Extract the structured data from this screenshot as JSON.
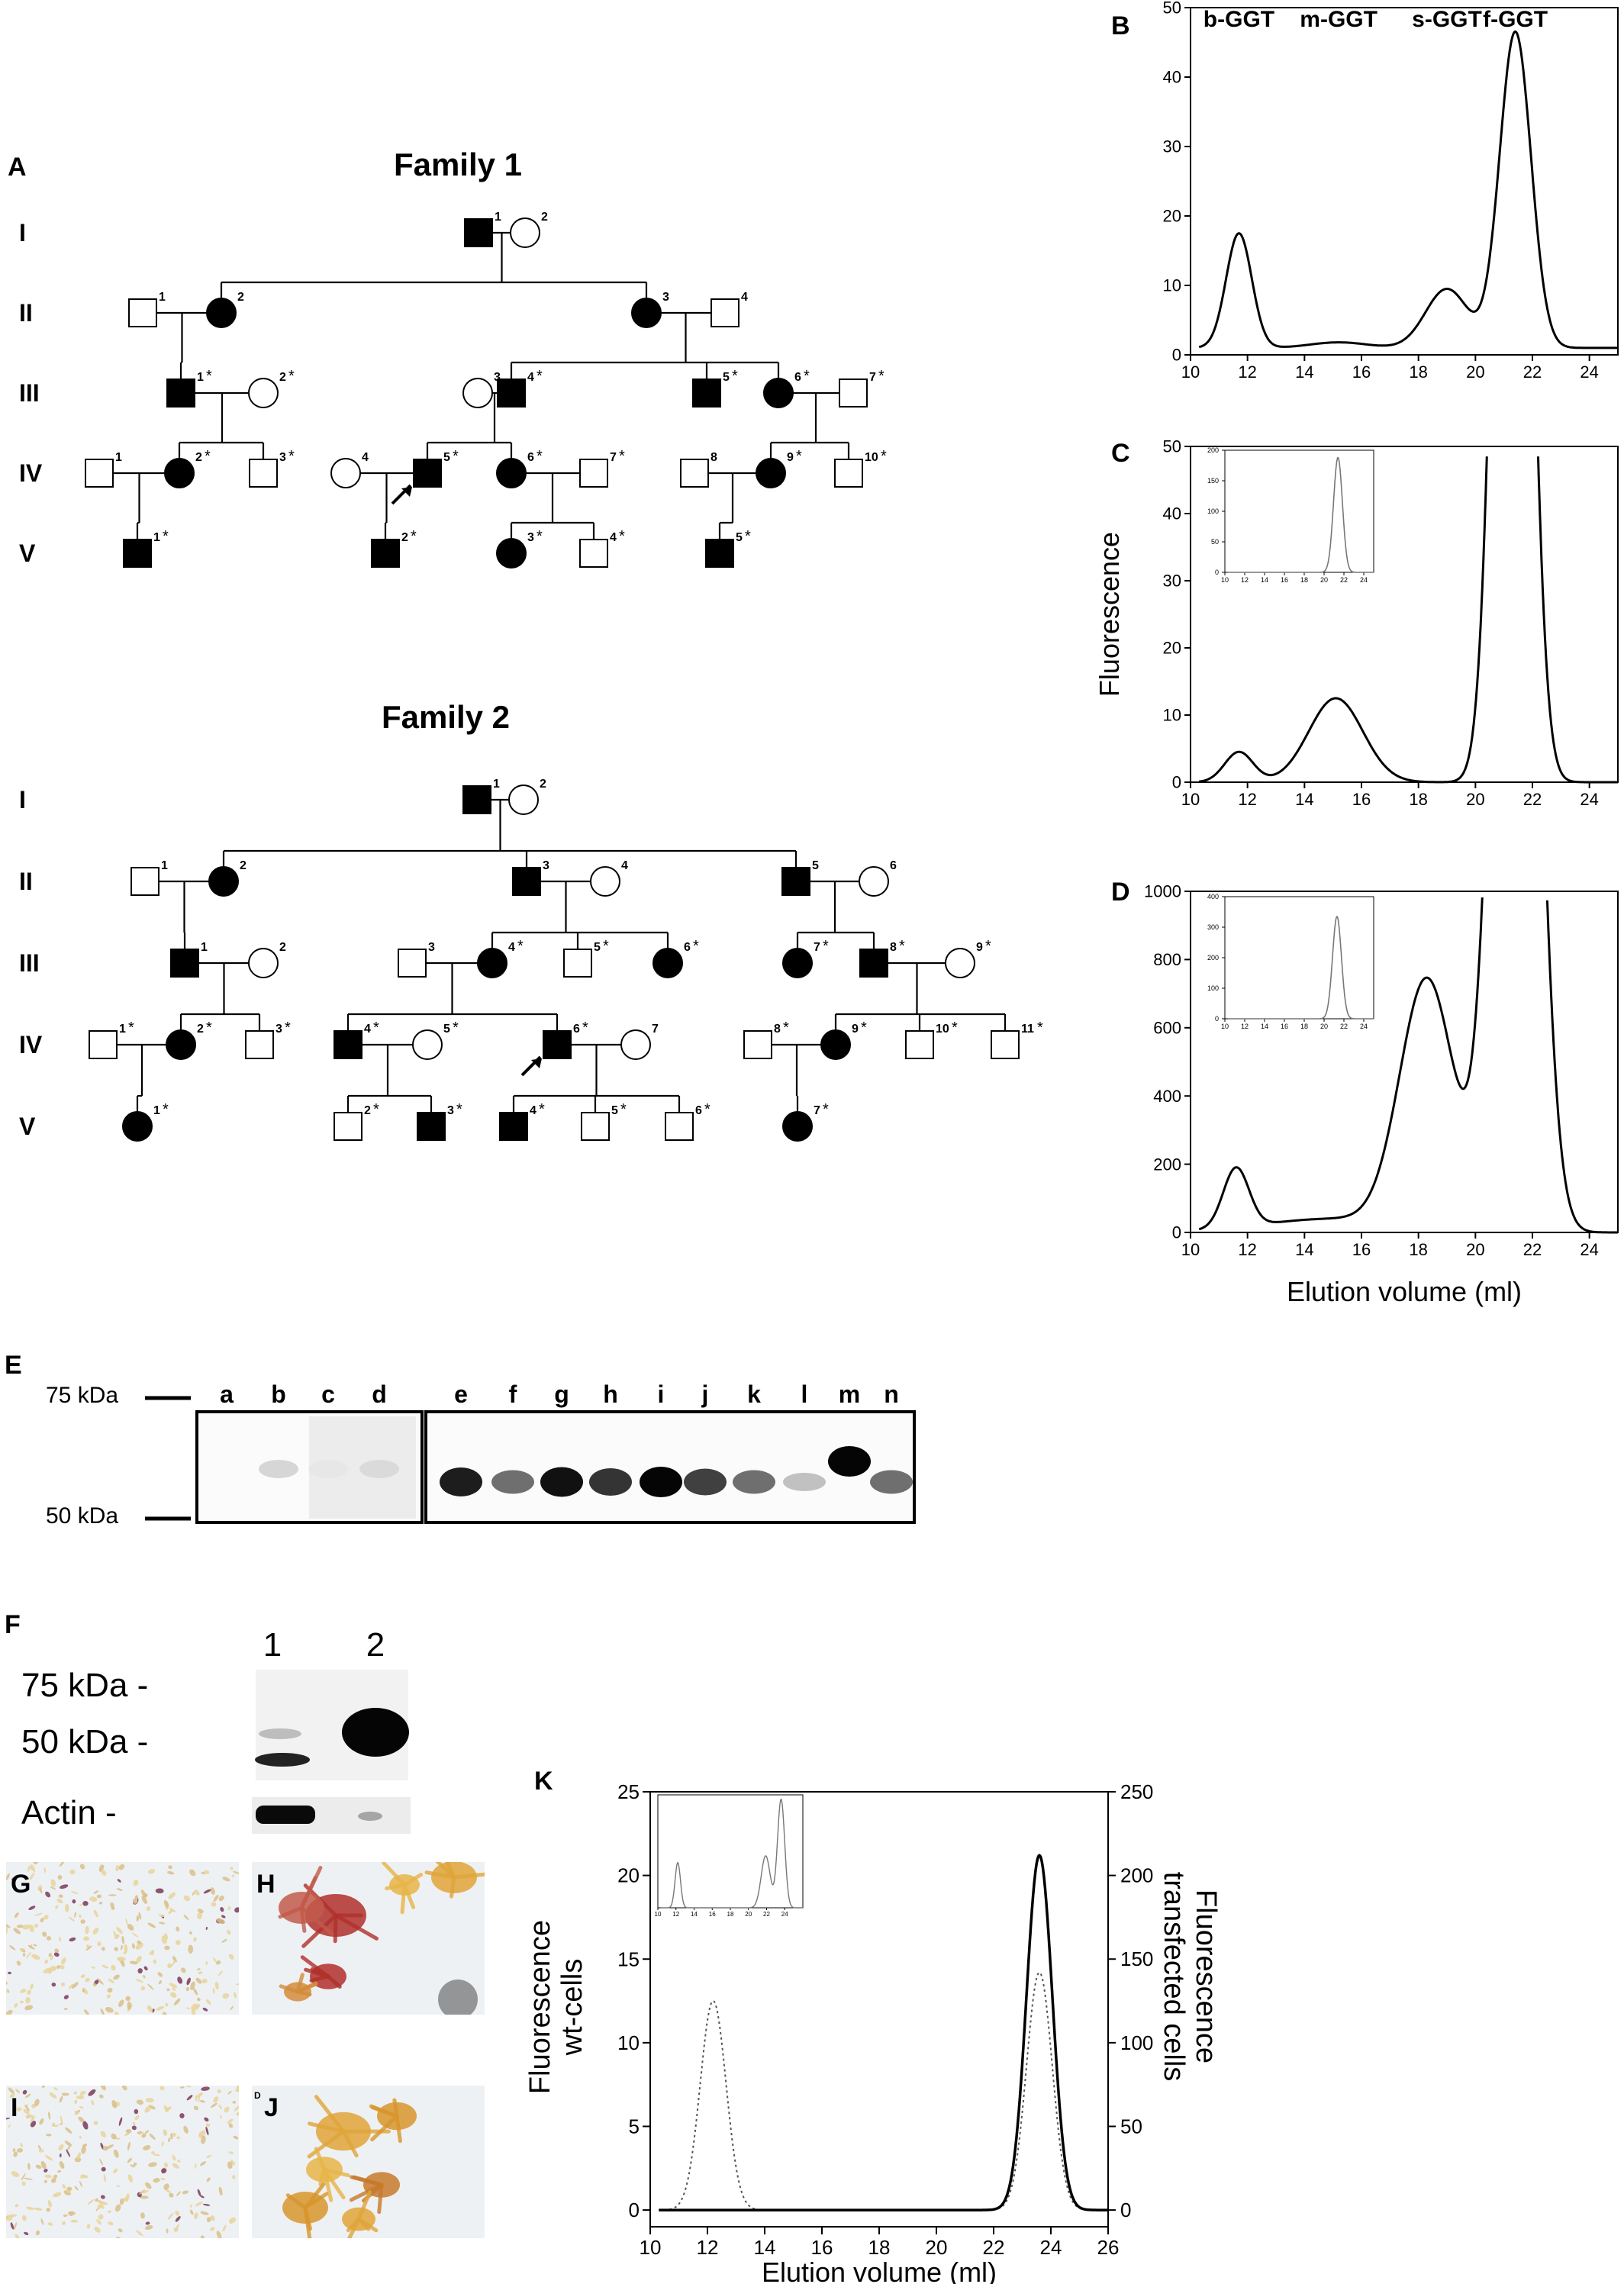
{
  "panels": {
    "A": "A",
    "B": "B",
    "C": "C",
    "D": "D",
    "E": "E",
    "F": "F",
    "G": "G",
    "H": "H",
    "I": "I",
    "J": "J",
    "K": "K"
  },
  "family1": {
    "title": "Family 1",
    "generations": [
      "I",
      "II",
      "III",
      "IV",
      "V"
    ],
    "individuals": [
      {
        "g": "I",
        "id": "1",
        "sex": "M",
        "aff": true,
        "star": false
      },
      {
        "g": "I",
        "id": "2",
        "sex": "F",
        "aff": false,
        "star": false
      },
      {
        "g": "II",
        "id": "1",
        "sex": "M",
        "aff": false,
        "star": false
      },
      {
        "g": "II",
        "id": "2",
        "sex": "F",
        "aff": true,
        "star": false
      },
      {
        "g": "II",
        "id": "3",
        "sex": "F",
        "aff": true,
        "star": false
      },
      {
        "g": "II",
        "id": "4",
        "sex": "M",
        "aff": false,
        "star": false
      },
      {
        "g": "III",
        "id": "1",
        "sex": "M",
        "aff": true,
        "star": true
      },
      {
        "g": "III",
        "id": "2",
        "sex": "F",
        "aff": false,
        "star": true
      },
      {
        "g": "III",
        "id": "3",
        "sex": "F",
        "aff": false,
        "star": false
      },
      {
        "g": "III",
        "id": "4",
        "sex": "M",
        "aff": true,
        "star": true
      },
      {
        "g": "III",
        "id": "5",
        "sex": "M",
        "aff": true,
        "star": true
      },
      {
        "g": "III",
        "id": "6",
        "sex": "F",
        "aff": true,
        "star": true
      },
      {
        "g": "III",
        "id": "7",
        "sex": "M",
        "aff": false,
        "star": true
      },
      {
        "g": "IV",
        "id": "1",
        "sex": "M",
        "aff": false,
        "star": false
      },
      {
        "g": "IV",
        "id": "2",
        "sex": "F",
        "aff": true,
        "star": true
      },
      {
        "g": "IV",
        "id": "3",
        "sex": "M",
        "aff": false,
        "star": true
      },
      {
        "g": "IV",
        "id": "4",
        "sex": "F",
        "aff": false,
        "star": false
      },
      {
        "g": "IV",
        "id": "5",
        "sex": "M",
        "aff": true,
        "star": true,
        "proband": true
      },
      {
        "g": "IV",
        "id": "6",
        "sex": "F",
        "aff": true,
        "star": true
      },
      {
        "g": "IV",
        "id": "7",
        "sex": "M",
        "aff": false,
        "star": true
      },
      {
        "g": "IV",
        "id": "8",
        "sex": "M",
        "aff": false,
        "star": false
      },
      {
        "g": "IV",
        "id": "9",
        "sex": "F",
        "aff": true,
        "star": true
      },
      {
        "g": "IV",
        "id": "10",
        "sex": "M",
        "aff": false,
        "star": true
      },
      {
        "g": "V",
        "id": "1",
        "sex": "M",
        "aff": true,
        "star": true
      },
      {
        "g": "V",
        "id": "2",
        "sex": "M",
        "aff": true,
        "star": true
      },
      {
        "g": "V",
        "id": "3",
        "sex": "F",
        "aff": true,
        "star": true
      },
      {
        "g": "V",
        "id": "4",
        "sex": "M",
        "aff": false,
        "star": true
      },
      {
        "g": "V",
        "id": "5",
        "sex": "M",
        "aff": true,
        "star": true
      }
    ]
  },
  "family2": {
    "title": "Family 2",
    "generations": [
      "I",
      "II",
      "III",
      "IV",
      "V"
    ],
    "individuals": [
      {
        "g": "I",
        "id": "1",
        "sex": "M",
        "aff": true,
        "star": false
      },
      {
        "g": "I",
        "id": "2",
        "sex": "F",
        "aff": false,
        "star": false
      },
      {
        "g": "II",
        "id": "1",
        "sex": "M",
        "aff": false,
        "star": false
      },
      {
        "g": "II",
        "id": "2",
        "sex": "F",
        "aff": true,
        "star": false
      },
      {
        "g": "II",
        "id": "3",
        "sex": "M",
        "aff": true,
        "star": false
      },
      {
        "g": "II",
        "id": "4",
        "sex": "F",
        "aff": false,
        "star": false
      },
      {
        "g": "II",
        "id": "5",
        "sex": "M",
        "aff": true,
        "star": false
      },
      {
        "g": "II",
        "id": "6",
        "sex": "F",
        "aff": false,
        "star": false
      },
      {
        "g": "III",
        "id": "1",
        "sex": "M",
        "aff": true,
        "star": false
      },
      {
        "g": "III",
        "id": "2",
        "sex": "F",
        "aff": false,
        "star": false
      },
      {
        "g": "III",
        "id": "3",
        "sex": "M",
        "aff": false,
        "star": false
      },
      {
        "g": "III",
        "id": "4",
        "sex": "F",
        "aff": true,
        "star": true
      },
      {
        "g": "III",
        "id": "5",
        "sex": "M",
        "aff": false,
        "star": true
      },
      {
        "g": "III",
        "id": "6",
        "sex": "F",
        "aff": true,
        "star": true
      },
      {
        "g": "III",
        "id": "7",
        "sex": "F",
        "aff": true,
        "star": true
      },
      {
        "g": "III",
        "id": "8",
        "sex": "M",
        "aff": true,
        "star": true
      },
      {
        "g": "III",
        "id": "9",
        "sex": "F",
        "aff": false,
        "star": true
      },
      {
        "g": "IV",
        "id": "1",
        "sex": "M",
        "aff": false,
        "star": true
      },
      {
        "g": "IV",
        "id": "2",
        "sex": "F",
        "aff": true,
        "star": true
      },
      {
        "g": "IV",
        "id": "3",
        "sex": "M",
        "aff": false,
        "star": true
      },
      {
        "g": "IV",
        "id": "4",
        "sex": "M",
        "aff": true,
        "star": true
      },
      {
        "g": "IV",
        "id": "5",
        "sex": "F",
        "aff": false,
        "star": true
      },
      {
        "g": "IV",
        "id": "6",
        "sex": "M",
        "aff": true,
        "star": true,
        "proband": true
      },
      {
        "g": "IV",
        "id": "7",
        "sex": "F",
        "aff": false,
        "star": false
      },
      {
        "g": "IV",
        "id": "8",
        "sex": "M",
        "aff": false,
        "star": true
      },
      {
        "g": "IV",
        "id": "9",
        "sex": "F",
        "aff": true,
        "star": true
      },
      {
        "g": "IV",
        "id": "10",
        "sex": "M",
        "aff": false,
        "star": true
      },
      {
        "g": "IV",
        "id": "11",
        "sex": "M",
        "aff": false,
        "star": true
      },
      {
        "g": "V",
        "id": "1",
        "sex": "F",
        "aff": true,
        "star": true
      },
      {
        "g": "V",
        "id": "2",
        "sex": "M",
        "aff": false,
        "star": true
      },
      {
        "g": "V",
        "id": "3",
        "sex": "M",
        "aff": true,
        "star": true
      },
      {
        "g": "V",
        "id": "4",
        "sex": "M",
        "aff": true,
        "star": true
      },
      {
        "g": "V",
        "id": "5",
        "sex": "M",
        "aff": false,
        "star": true
      },
      {
        "g": "V",
        "id": "6",
        "sex": "M",
        "aff": false,
        "star": true
      },
      {
        "g": "V",
        "id": "7",
        "sex": "F",
        "aff": true,
        "star": true
      }
    ]
  },
  "chart_data": [
    {
      "panel": "B",
      "type": "line",
      "xlim": [
        10,
        25
      ],
      "ylim": [
        0,
        50
      ],
      "xticks": [
        "10",
        "12",
        "14",
        "16",
        "18",
        "20",
        "22",
        "24"
      ],
      "yticks": [
        "0",
        "10",
        "20",
        "30",
        "40",
        "50"
      ],
      "annotations": [
        "b-GGT",
        "m-GGT",
        "s-GGT",
        "f-GGT"
      ],
      "peaks": [
        [
          11.7,
          16.5,
          0.45
        ],
        [
          15.2,
          0.8,
          1.0
        ],
        [
          19.0,
          8.5,
          0.75
        ],
        [
          21.4,
          45.5,
          0.55
        ]
      ],
      "baseline": 1.0
    },
    {
      "panel": "C",
      "type": "line",
      "xlim": [
        10,
        25
      ],
      "ylim": [
        0,
        50
      ],
      "xticks": [
        "10",
        "12",
        "14",
        "16",
        "18",
        "20",
        "22",
        "24"
      ],
      "yticks": [
        "0",
        "10",
        "20",
        "30",
        "40",
        "50"
      ],
      "ylabel": "Fluorescence",
      "peaks": [
        [
          11.7,
          4.5,
          0.5
        ],
        [
          15.1,
          12.5,
          0.95
        ],
        [
          21.3,
          185,
          0.55
        ]
      ],
      "baseline": 0,
      "inset": {
        "xlim": [
          10,
          25
        ],
        "ylim": [
          0,
          200
        ],
        "xticks": [
          "10",
          "12",
          "14",
          "16",
          "18",
          "20",
          "22",
          "24"
        ],
        "yticks": [
          "0",
          "50",
          "100",
          "150",
          "200"
        ],
        "peaks": [
          [
            21.4,
            188,
            0.45
          ]
        ]
      }
    },
    {
      "panel": "D",
      "type": "line",
      "xlim": [
        10,
        25
      ],
      "ylim": [
        0,
        1000
      ],
      "xticks": [
        "10",
        "12",
        "14",
        "16",
        "18",
        "20",
        "22",
        "24"
      ],
      "yticks": [
        "0",
        "200",
        "400",
        "600",
        "800",
        "1000"
      ],
      "xlabel": "Elution volume (ml)",
      "peaks": [
        [
          11.6,
          175,
          0.45
        ],
        [
          15.0,
          40,
          2.5
        ],
        [
          18.3,
          730,
          0.95
        ],
        [
          21.4,
          3500,
          0.7
        ]
      ],
      "baseline": 0,
      "inset": {
        "xlim": [
          10,
          25
        ],
        "ylim": [
          0,
          400
        ],
        "xticks": [
          "10",
          "12",
          "14",
          "16",
          "18",
          "20",
          "22",
          "24"
        ],
        "yticks": [
          "0",
          "100",
          "200",
          "300",
          "400"
        ],
        "peaks": [
          [
            21.3,
            335,
            0.45
          ]
        ]
      }
    },
    {
      "panel": "K",
      "type": "line",
      "xlim": [
        10,
        26
      ],
      "ylim": [
        -1,
        25
      ],
      "xticks": [
        "10",
        "12",
        "14",
        "16",
        "18",
        "20",
        "22",
        "24",
        "26"
      ],
      "yticks": [
        "0",
        "5",
        "10",
        "15",
        "20",
        "25"
      ],
      "y2ticks": [
        "0",
        "50",
        "100",
        "150",
        "200",
        "250"
      ],
      "xlabel": "Elution volume (ml)",
      "ylabel_left": [
        "Fluorescence",
        "wt-cells"
      ],
      "ylabel_right": [
        "Fluorescence",
        "transfected cells"
      ],
      "series": [
        {
          "name": "",
          "style": "solid",
          "peaks": [
            [
              23.6,
              21.2,
              0.45
            ]
          ]
        },
        {
          "name": "",
          "style": "dotted",
          "peaks": [
            [
              12.2,
              12.5,
              0.45
            ],
            [
              23.6,
              14.2,
              0.45
            ]
          ]
        }
      ],
      "inset": {
        "xlim": [
          10,
          26
        ],
        "ylim": [
          0,
          25
        ],
        "xticks": [
          "10",
          "12",
          "14",
          "16",
          "18",
          "20",
          "22",
          "24"
        ],
        "peaks": [
          [
            12.2,
            10,
            0.3
          ],
          [
            21.9,
            11.5,
            0.5
          ],
          [
            23.6,
            24,
            0.4
          ]
        ]
      }
    }
  ],
  "blotE": {
    "marker75": "75 kDa",
    "marker50": "50 kDa",
    "lanes_left": [
      "a",
      "b",
      "c",
      "d"
    ],
    "lanes_right": [
      "e",
      "f",
      "g",
      "h",
      "i",
      "j",
      "k",
      "l",
      "m",
      "n"
    ],
    "band_intensity_left": [
      0.0,
      0.25,
      0.1,
      0.3
    ],
    "band_intensity_right": [
      0.9,
      0.55,
      0.95,
      0.8,
      1.0,
      0.75,
      0.55,
      0.2,
      1.0,
      0.55
    ]
  },
  "blotF": {
    "lanes": [
      "1",
      "2"
    ],
    "labels": [
      "75 kDa -",
      "50 kDa -",
      "Actin -"
    ]
  },
  "micrographs": {
    "J_tag": "D"
  },
  "colors": {
    "ink": "#000000",
    "stain_red": "#b0302a",
    "stain_orange": "#e0a53a",
    "stain_pale": "#e8d39a",
    "micro_bg": "#eef1f4"
  }
}
